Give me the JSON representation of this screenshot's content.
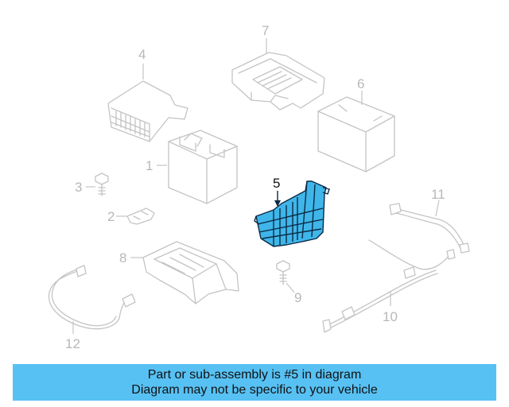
{
  "diagram": {
    "callouts": [
      "1",
      "2",
      "3",
      "4",
      "5",
      "6",
      "7",
      "8",
      "9",
      "10",
      "11",
      "12"
    ],
    "highlighted_part": "5",
    "colors": {
      "highlight_fill": "#3fb6ea",
      "highlight_stroke": "#0c2a44",
      "ghost_stroke": "#c4c4c4",
      "banner": "#57c1f4"
    }
  },
  "banner": {
    "line1": "Part or sub-assembly is #5 in diagram",
    "line2": "Diagram may not be specific to your vehicle"
  }
}
